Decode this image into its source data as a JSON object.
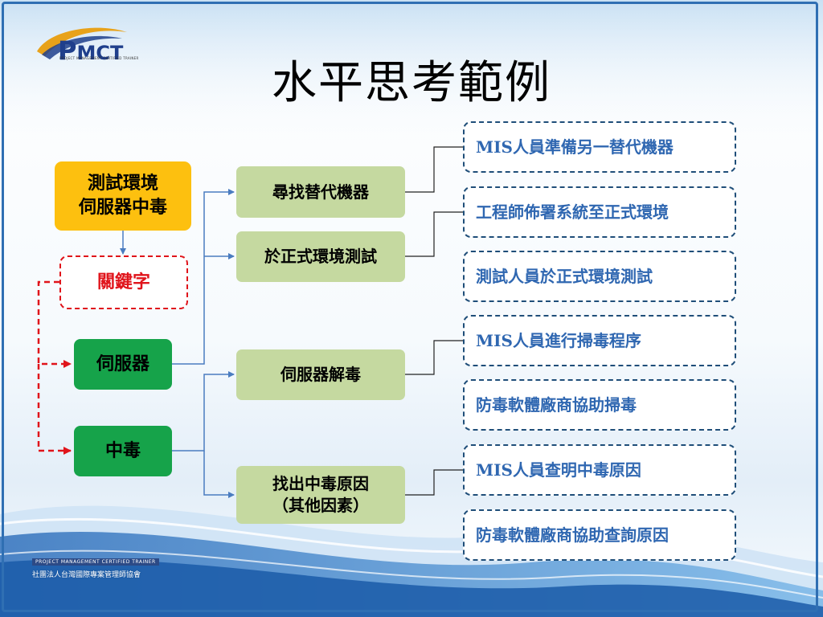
{
  "slide": {
    "title": "水平思考範例",
    "logo": {
      "letter_p": "P",
      "letters_mct": "MCT",
      "tagline": "PROJECT MANAGEMENT CERTIFIED TRAINER"
    },
    "footer": {
      "tag": "PROJECT MANAGEMENT CERTIFIED TRAINER",
      "organization": "社團法人台灣國際專案管理師協會"
    }
  },
  "diagram": {
    "root": {
      "line1": "測試環境",
      "line2": "伺服器中毒"
    },
    "keyword": "關鍵字",
    "keyword_server": "伺服器",
    "keyword_virus": "中毒",
    "branches": {
      "replacement_machine": "尋找替代機器",
      "formal_env_test": "於正式環境測試",
      "server_disinfect": "伺服器解毒",
      "find_cause": {
        "line1": "找出中毒原因",
        "line2": "（其他因素）"
      }
    },
    "leaves": [
      "MIS人員準備另一替代機器",
      "工程師佈署系統至正式環境",
      "測試人員於正式環境測試",
      "MIS人員進行掃毒程序",
      "防毒軟體廠商協助掃毒",
      "MIS人員查明中毒原因",
      "防毒軟體廠商協助查詢原因"
    ],
    "colors": {
      "root_fill": "#fdc00f",
      "keyword_border": "#e0141b",
      "keyword_node_fill": "#16a34a",
      "branch_fill": "#c5d9a0",
      "leaf_border": "#1f4e79",
      "leaf_text": "#2f67b1",
      "connector_blue": "#4a7cc0",
      "connector_red": "#e0141b"
    }
  }
}
